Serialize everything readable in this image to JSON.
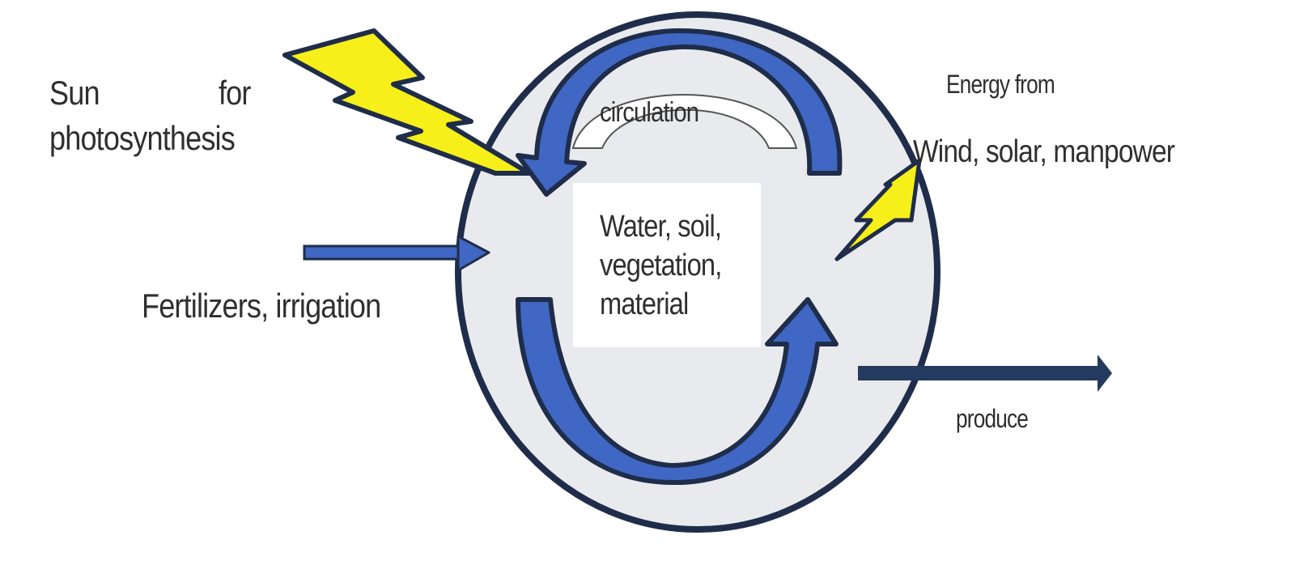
{
  "labels": {
    "sun_word": "Sun",
    "sun_for": "for",
    "sun_purpose": "photosynthesis",
    "inputs": "Fertilizers, irrigation",
    "circulation": "circulation",
    "energy_from": "Energy from",
    "energy_sources": "Wind, solar, manpower",
    "output": "produce"
  },
  "center": {
    "line1": "Water, soil,",
    "line2": "vegetation,",
    "line3": "material"
  },
  "colors": {
    "circle_fill": "#e9eaee",
    "outline": "#1f2d4a",
    "arrow_blue": "#3f67c3",
    "arrow_dark": "#2a4e9c",
    "bolt_yellow": "#f6ef19"
  },
  "icons": {
    "sun_energy": "lightning-bolt-icon",
    "other_energy": "lightning-bolt-icon",
    "cycle": "circular-arrows-icon"
  }
}
